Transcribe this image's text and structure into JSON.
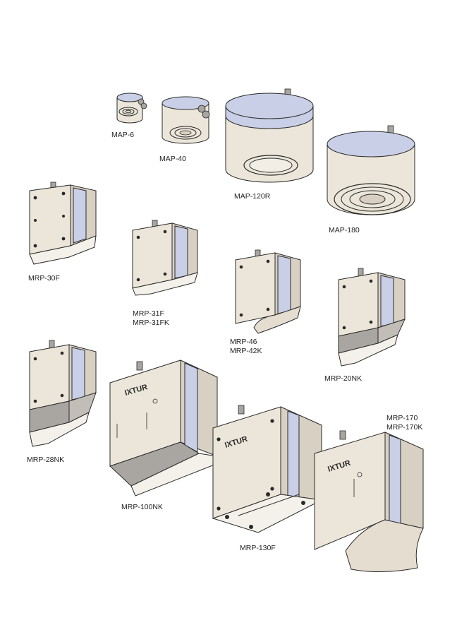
{
  "colors": {
    "body": "#ece6da",
    "body_shadow": "#d8d1c3",
    "rail": "#c9cfe6",
    "steel": "#a9a6a1",
    "outline": "#2a2a2a"
  },
  "products": {
    "map6": {
      "label": "MAP-6"
    },
    "map40": {
      "label": "MAP-40"
    },
    "map120": {
      "label": "MAP-120R"
    },
    "map180": {
      "label": "MAP-180"
    },
    "mrp30": {
      "label": "MRP-30F"
    },
    "mrp31": {
      "label1": "MRP-31F",
      "label2": "MRP-31FK"
    },
    "mrp46": {
      "label1": "MRP-46",
      "label2": "MRP-42K"
    },
    "mrp20": {
      "label": "MRP-20NK"
    },
    "mrp28": {
      "label": "MRP-28NK"
    },
    "mrp100": {
      "label": "MRP-100NK"
    },
    "mrp130": {
      "label": "MRP-130F"
    },
    "mrp170": {
      "label1": "MRP-170",
      "label2": "MRP-170K"
    }
  },
  "brand": {
    "logo": "IXTUR"
  }
}
